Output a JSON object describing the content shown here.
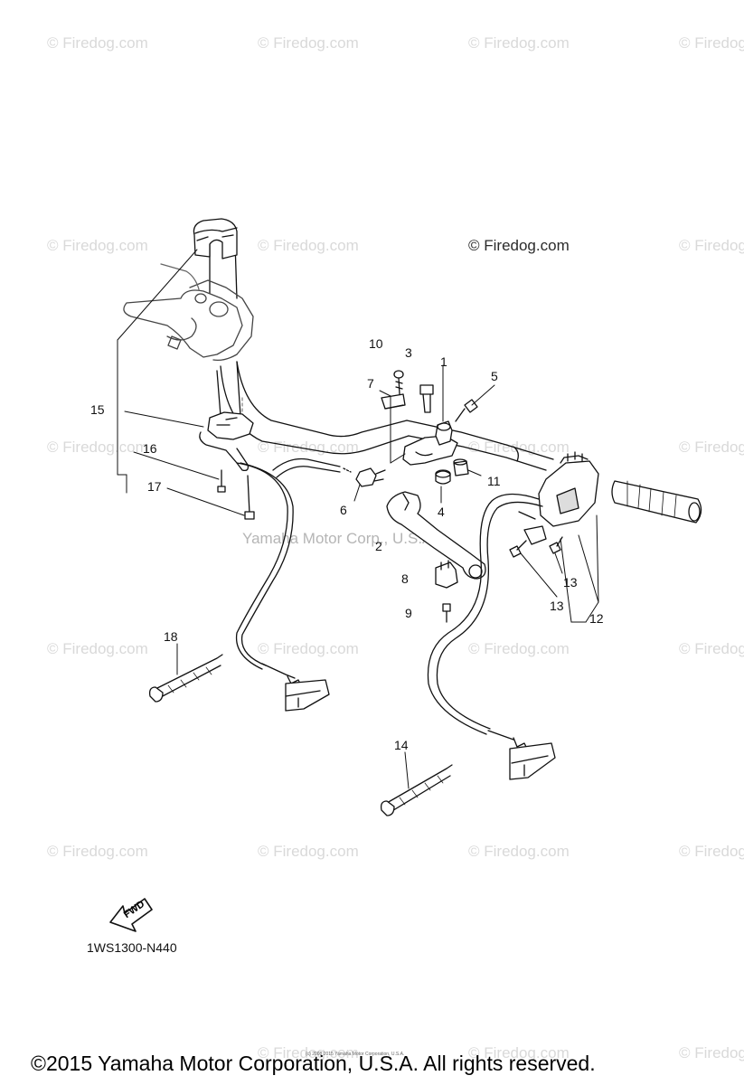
{
  "watermark": "© Firedog.com",
  "watermark_main": "© Firedog.com",
  "yamaha_watermark": "Yamaha Motor Corp., U.S.A.",
  "callouts": {
    "c1": "1",
    "c2": "2",
    "c3": "3",
    "c4": "4",
    "c5": "5",
    "c6": "6",
    "c7": "7",
    "c8": "8",
    "c9": "9",
    "c10": "10",
    "c11": "11",
    "c12": "12",
    "c13a": "13",
    "c13b": "13",
    "c14": "14",
    "c15": "15",
    "c16": "16",
    "c17": "17",
    "c18": "18"
  },
  "fwd_label": "FWD",
  "diagram_code": "1WS1300-N440",
  "tiny_note": "(c) 2008 2015 Yamaha Motor Corporation, U.S.A.",
  "copyright": "©2015 Yamaha Motor Corporation, U.S.A. All rights reserved."
}
